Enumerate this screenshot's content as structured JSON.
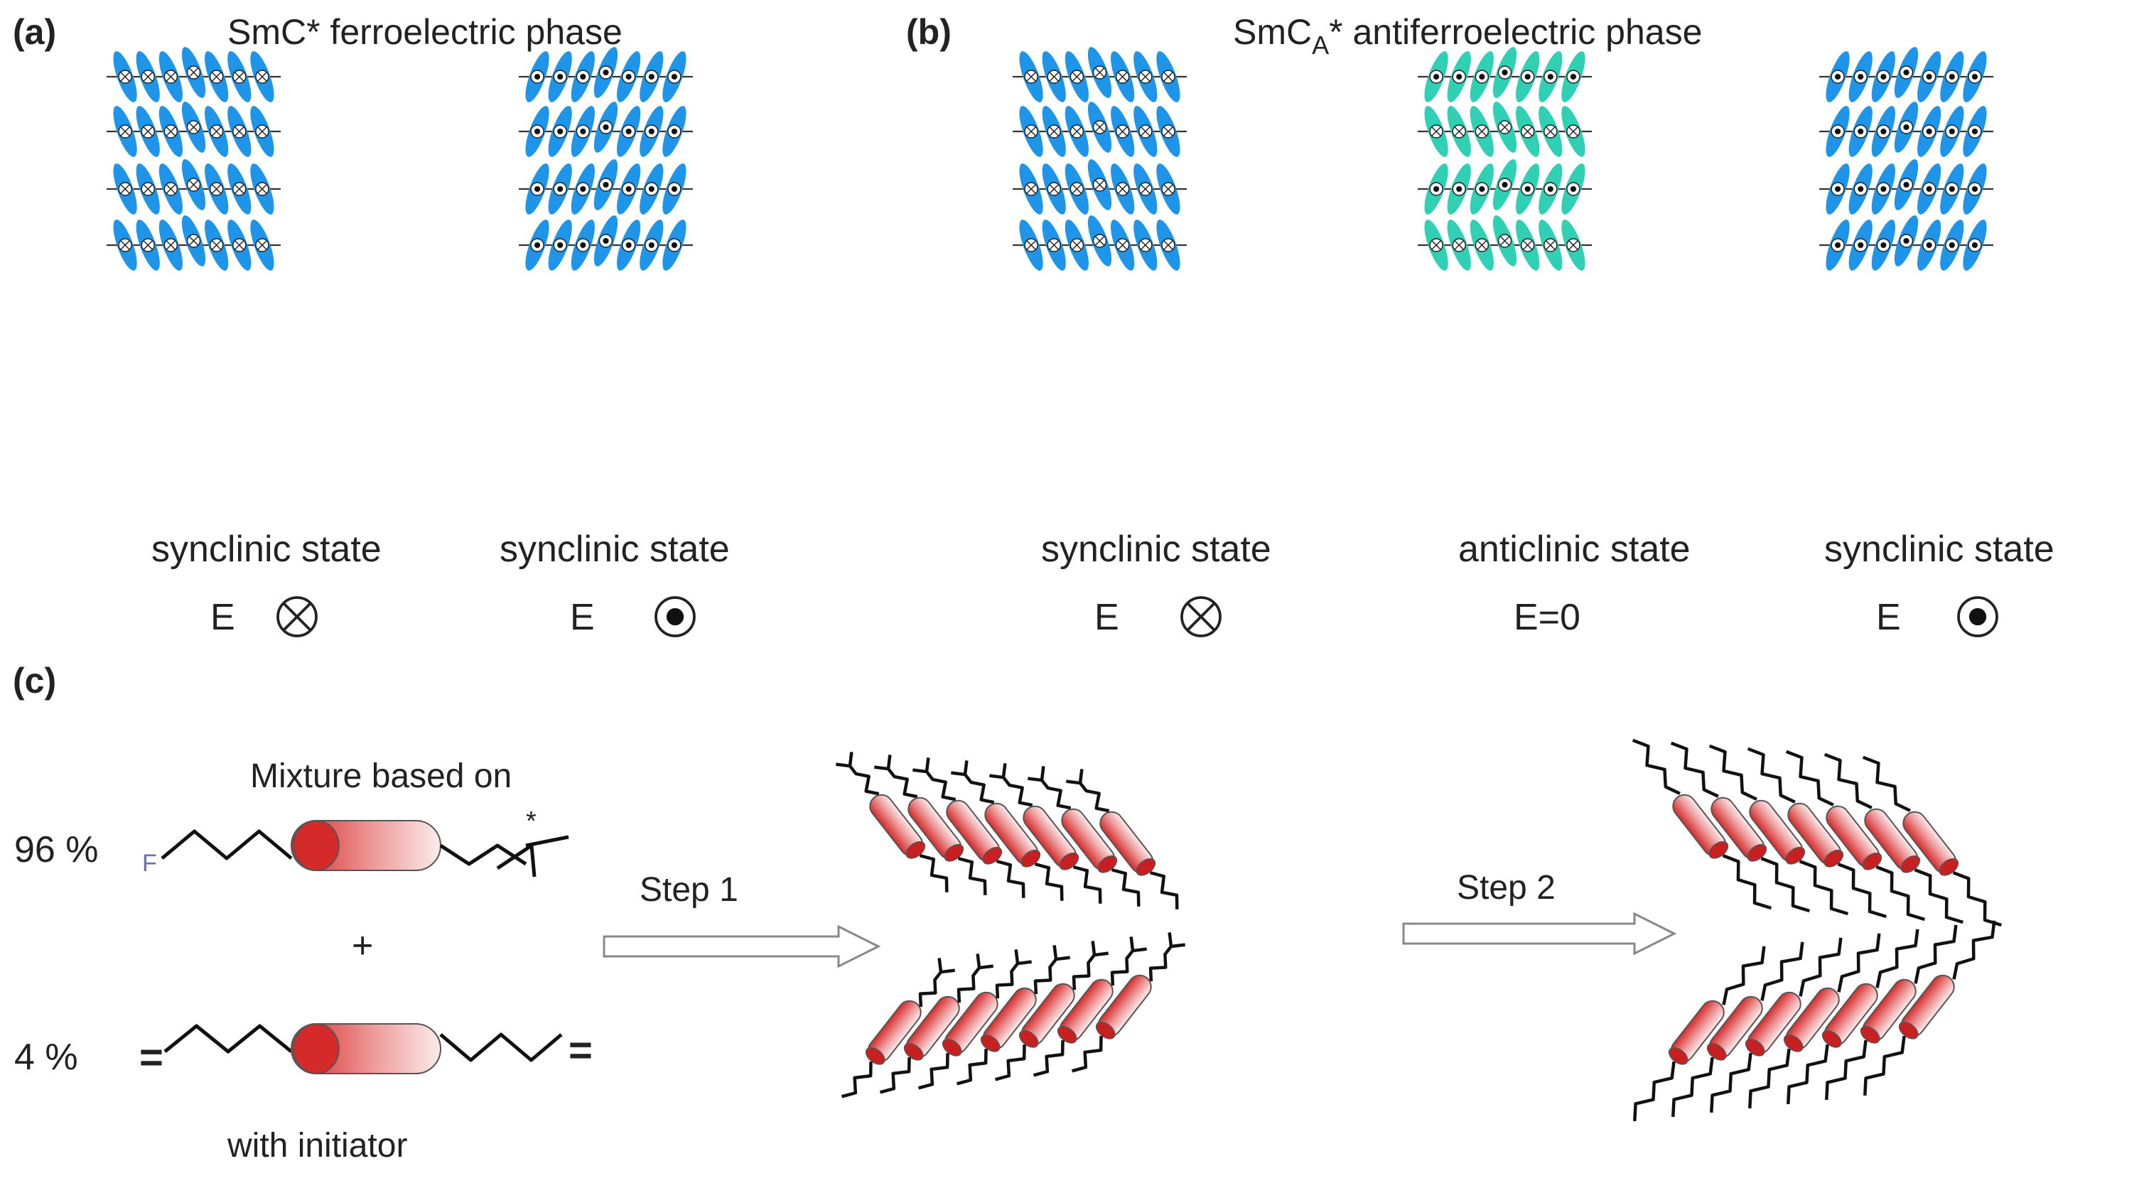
{
  "panels": {
    "a": {
      "label": "(a)",
      "title": "SmC* ferroelectric phase",
      "columns": [
        {
          "state": "synclinic state",
          "field_label": "E",
          "field_symbol": "cross",
          "color": "#1e95e8",
          "tilt": "right"
        },
        {
          "state": "synclinic state",
          "field_label": "E",
          "field_symbol": "dot",
          "color": "#1e95e8",
          "tilt": "left"
        }
      ]
    },
    "b": {
      "label": "(b)",
      "title_main": "SmC",
      "title_sub": "A",
      "title_rest": "* antiferroelectric phase",
      "columns": [
        {
          "state": "synclinic state",
          "field_label": "E",
          "field_symbol": "cross",
          "color": "#1e95e8",
          "tilt": "right"
        },
        {
          "state": "anticlinic state",
          "field_label": "E=0",
          "field_symbol": "none",
          "color": "#2fd0b4",
          "tilt": "alternating"
        },
        {
          "state": "synclinic state",
          "field_label": "E",
          "field_symbol": "dot",
          "color": "#1e95e8",
          "tilt": "left"
        }
      ]
    },
    "c": {
      "label": "(c)",
      "mixture_title": "Mixture based on",
      "component1_percent": "96 %",
      "component1_end_atom": "F",
      "plus": "+",
      "component2_percent": "4 %",
      "component2_ends": "=",
      "initiator_note": "with initiator",
      "chiral_mark": "*",
      "step1": "Step 1",
      "step2": "Step 2",
      "mesogen_color": "#d42a2a",
      "chain_color": "#111111"
    }
  },
  "colors": {
    "synclinic_molecule": "#1e95e8",
    "anticlinic_molecule": "#2fd0b4",
    "layer_line": "#333333"
  }
}
